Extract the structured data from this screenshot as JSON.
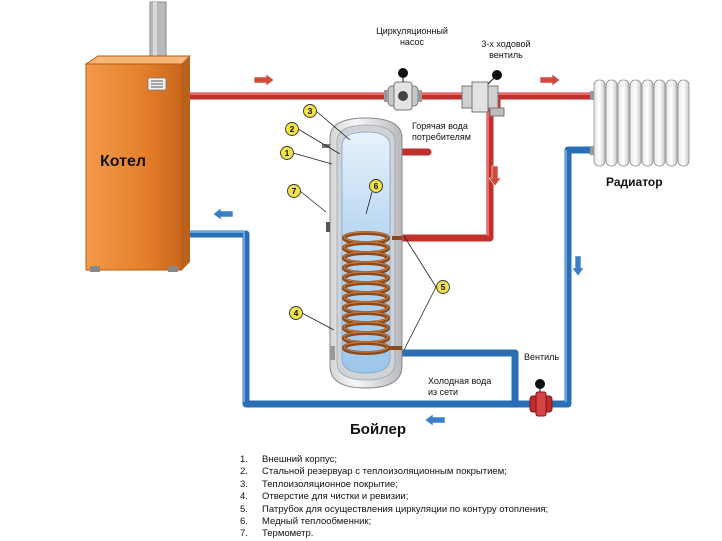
{
  "labels": {
    "boiler_kotel": "Котел",
    "pump": "Циркуляционный\nнасос",
    "valve3": "3-х ходовой\nвентиль",
    "hot_water": "Горячая вода\nпотребителям",
    "cold_water": "Холодная вода\nиз сети",
    "radiator": "Радиатор",
    "tank": "Бойлер",
    "valve": "Вентиль"
  },
  "markers": [
    "1",
    "2",
    "3",
    "4",
    "5",
    "6",
    "7"
  ],
  "legend": [
    {
      "num": "1.",
      "text": "Внешний корпус;"
    },
    {
      "num": "2.",
      "text": "Стальной резервуар с теплоизоляционным покрытием;"
    },
    {
      "num": "3.",
      "text": "Теплоизоляционное покрытие;"
    },
    {
      "num": "4.",
      "text": "Отверстие для чистки и ревизии;"
    },
    {
      "num": "5.",
      "text": "Патрубок для осуществления циркуляции по контуру отопления;"
    },
    {
      "num": "6.",
      "text": "Медный теплообменник;"
    },
    {
      "num": "7.",
      "text": "Термометр."
    }
  ],
  "colors": {
    "hot_pipe": "#c0302c",
    "cold_pipe": "#2a6fb5",
    "boiler_body": "#e57f2a",
    "marker_fill": "#f1e24a",
    "coil": "#8a4a1c"
  }
}
